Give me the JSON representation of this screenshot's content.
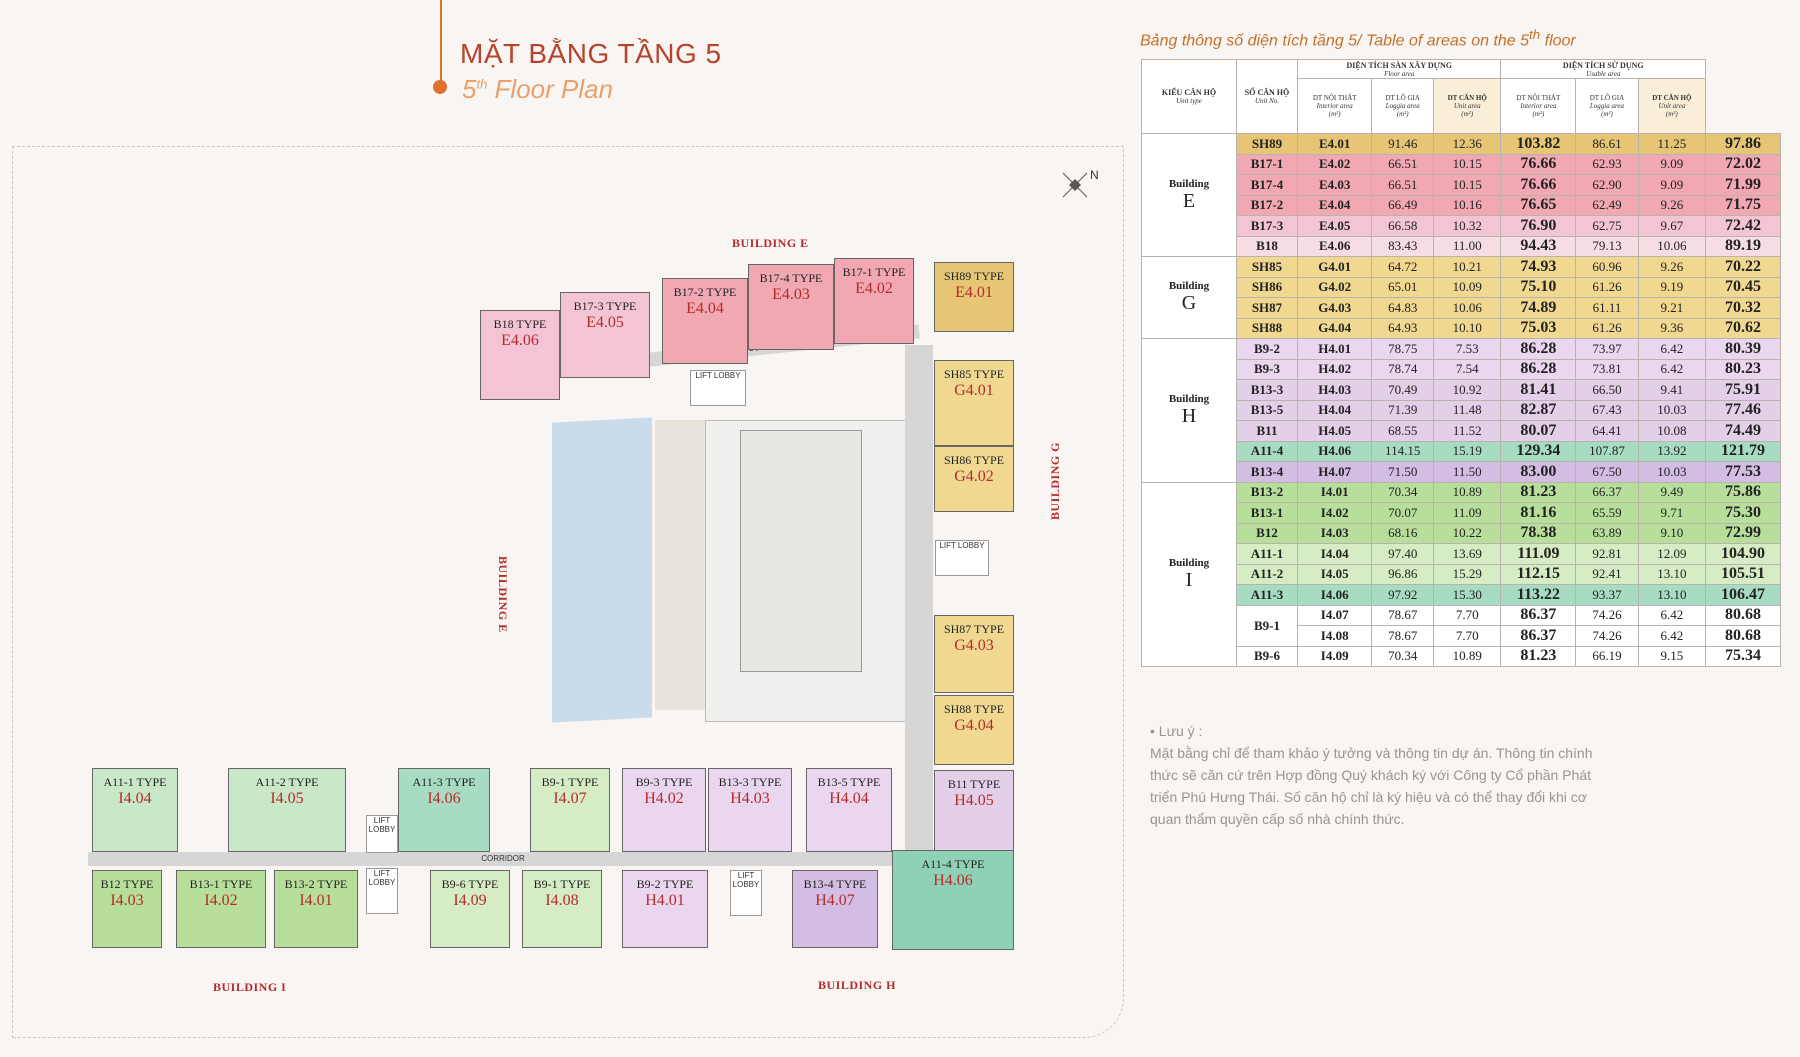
{
  "title": {
    "vi": "MẶT BẰNG TẦNG 5",
    "en_pre": "5",
    "en_sup": "th",
    "en_post": " Floor Plan"
  },
  "compass": {
    "label": "N"
  },
  "plan": {
    "building_labels": {
      "top": "BUILDING E",
      "left": "BUILDING E",
      "right": "BUILDING G",
      "bottom_left": "BUILDING I",
      "bottom_right": "BUILDING H"
    },
    "corridor_label": "CORRIDOR",
    "lift_lobby_label": "LIFT LOBBY",
    "units": [
      {
        "type": "B18 TYPE",
        "no": "E4.06",
        "color": "#f3c5d4"
      },
      {
        "type": "B17-3 TYPE",
        "no": "E4.05",
        "color": "#f3c5d4"
      },
      {
        "type": "B17-2 TYPE",
        "no": "E4.04",
        "color": "#f2a8b3"
      },
      {
        "type": "B17-4 TYPE",
        "no": "E4.03",
        "color": "#f2a8b3"
      },
      {
        "type": "B17-1 TYPE",
        "no": "E4.02",
        "color": "#f2a8b3"
      },
      {
        "type": "SH89 TYPE",
        "no": "E4.01",
        "color": "#e6c675"
      },
      {
        "type": "SH85 TYPE",
        "no": "G4.01",
        "color": "#f0d890"
      },
      {
        "type": "SH86 TYPE",
        "no": "G4.02",
        "color": "#f0d890"
      },
      {
        "type": "SH87 TYPE",
        "no": "G4.03",
        "color": "#f0d890"
      },
      {
        "type": "SH88 TYPE",
        "no": "G4.04",
        "color": "#f0d890"
      },
      {
        "type": "B11 TYPE",
        "no": "H4.05",
        "color": "#e3cfe8"
      },
      {
        "type": "A11-4 TYPE",
        "no": "H4.06",
        "color": "#8fd1b6"
      },
      {
        "type": "A11-1 TYPE",
        "no": "I4.04",
        "color": "#c8e8c8"
      },
      {
        "type": "A11-2 TYPE",
        "no": "I4.05",
        "color": "#c8e8c8"
      },
      {
        "type": "A11-3 TYPE",
        "no": "I4.06",
        "color": "#a7dcc3"
      },
      {
        "type": "B9-1 TYPE",
        "no": "I4.07",
        "color": "#d6ecc5"
      },
      {
        "type": "B9-3 TYPE",
        "no": "H4.02",
        "color": "#ead6ee"
      },
      {
        "type": "B13-3 TYPE",
        "no": "H4.03",
        "color": "#ead6ee"
      },
      {
        "type": "B13-5 TYPE",
        "no": "H4.04",
        "color": "#ead6ee"
      },
      {
        "type": "B12 TYPE",
        "no": "I4.03",
        "color": "#b8de9c"
      },
      {
        "type": "B13-1 TYPE",
        "no": "I4.02",
        "color": "#b8de9c"
      },
      {
        "type": "B13-2 TYPE",
        "no": "I4.01",
        "color": "#b8de9c"
      },
      {
        "type": "B9-6 TYPE",
        "no": "I4.09",
        "color": "#d6ecc5"
      },
      {
        "type": "B9-1 TYPE",
        "no": "I4.08",
        "color": "#d6ecc5"
      },
      {
        "type": "B9-2 TYPE",
        "no": "H4.01",
        "color": "#ead6ee"
      },
      {
        "type": "B13-4 TYPE",
        "no": "H4.07",
        "color": "#d3bde3"
      }
    ]
  },
  "table": {
    "title_vi": "Bảng thông số diện tích tầng 5/ ",
    "title_en": "Table of areas on the 5",
    "title_sup": "th",
    "title_en2": " floor",
    "headers": {
      "unit_type": "KIỂU CĂN HỘ",
      "unit_type_en": "Unit type",
      "unit_no": "SỐ CĂN HỘ",
      "unit_no_en": "Unit No.",
      "floor_area": "DIỆN TÍCH SÀN XÂY DỰNG",
      "floor_area_en": "Floor area",
      "usable_area": "DIỆN TÍCH SỬ DỤNG",
      "usable_area_en": "Usable area",
      "interior": "DT NỘI THẤT",
      "interior_en": "Interior area",
      "m2": "(m²)",
      "loggia": "DT LÔ GIA",
      "loggia_en": "Loggia area",
      "unit_area": "DT CĂN HỘ",
      "unit_area_en": "Unit area"
    },
    "building_word": "Building",
    "rows": [
      {
        "bld": "E",
        "type": "SH89",
        "no": "E4.01",
        "fi": "91.46",
        "fl": "12.36",
        "fu": "103.82",
        "ui": "86.61",
        "ul": "11.25",
        "uu": "97.86",
        "color": "#e6c675"
      },
      {
        "bld": "",
        "type": "B17-1",
        "no": "E4.02",
        "fi": "66.51",
        "fl": "10.15",
        "fu": "76.66",
        "ui": "62.93",
        "ul": "9.09",
        "uu": "72.02",
        "color": "#f2a8b3"
      },
      {
        "bld": "",
        "type": "B17-4",
        "no": "E4.03",
        "fi": "66.51",
        "fl": "10.15",
        "fu": "76.66",
        "ui": "62.90",
        "ul": "9.09",
        "uu": "71.99",
        "color": "#f2a8b3"
      },
      {
        "bld": "",
        "type": "B17-2",
        "no": "E4.04",
        "fi": "66.49",
        "fl": "10.16",
        "fu": "76.65",
        "ui": "62.49",
        "ul": "9.26",
        "uu": "71.75",
        "color": "#f2a8b3"
      },
      {
        "bld": "",
        "type": "B17-3",
        "no": "E4.05",
        "fi": "66.58",
        "fl": "10.32",
        "fu": "76.90",
        "ui": "62.75",
        "ul": "9.67",
        "uu": "72.42",
        "color": "#f3c5d4"
      },
      {
        "bld": "",
        "type": "B18",
        "no": "E4.06",
        "fi": "83.43",
        "fl": "11.00",
        "fu": "94.43",
        "ui": "79.13",
        "ul": "10.06",
        "uu": "89.19",
        "color": "#f6dde4"
      },
      {
        "bld": "G",
        "type": "SH85",
        "no": "G4.01",
        "fi": "64.72",
        "fl": "10.21",
        "fu": "74.93",
        "ui": "60.96",
        "ul": "9.26",
        "uu": "70.22",
        "color": "#f0d890"
      },
      {
        "bld": "",
        "type": "SH86",
        "no": "G4.02",
        "fi": "65.01",
        "fl": "10.09",
        "fu": "75.10",
        "ui": "61.26",
        "ul": "9.19",
        "uu": "70.45",
        "color": "#f0d890"
      },
      {
        "bld": "",
        "type": "SH87",
        "no": "G4.03",
        "fi": "64.83",
        "fl": "10.06",
        "fu": "74.89",
        "ui": "61.11",
        "ul": "9.21",
        "uu": "70.32",
        "color": "#f0d890"
      },
      {
        "bld": "",
        "type": "SH88",
        "no": "G4.04",
        "fi": "64.93",
        "fl": "10.10",
        "fu": "75.03",
        "ui": "61.26",
        "ul": "9.36",
        "uu": "70.62",
        "color": "#f0d890"
      },
      {
        "bld": "H",
        "type": "B9-2",
        "no": "H4.01",
        "fi": "78.75",
        "fl": "7.53",
        "fu": "86.28",
        "ui": "73.97",
        "ul": "6.42",
        "uu": "80.39",
        "color": "#ead6ee"
      },
      {
        "bld": "",
        "type": "B9-3",
        "no": "H4.02",
        "fi": "78.74",
        "fl": "7.54",
        "fu": "86.28",
        "ui": "73.81",
        "ul": "6.42",
        "uu": "80.23",
        "color": "#ead6ee"
      },
      {
        "bld": "",
        "type": "B13-3",
        "no": "H4.03",
        "fi": "70.49",
        "fl": "10.92",
        "fu": "81.41",
        "ui": "66.50",
        "ul": "9.41",
        "uu": "75.91",
        "color": "#e3cfe8"
      },
      {
        "bld": "",
        "type": "B13-5",
        "no": "H4.04",
        "fi": "71.39",
        "fl": "11.48",
        "fu": "82.87",
        "ui": "67.43",
        "ul": "10.03",
        "uu": "77.46",
        "color": "#e3cfe8"
      },
      {
        "bld": "",
        "type": "B11",
        "no": "H4.05",
        "fi": "68.55",
        "fl": "11.52",
        "fu": "80.07",
        "ui": "64.41",
        "ul": "10.08",
        "uu": "74.49",
        "color": "#e3cfe8"
      },
      {
        "bld": "",
        "type": "A11-4",
        "no": "H4.06",
        "fi": "114.15",
        "fl": "15.19",
        "fu": "129.34",
        "ui": "107.87",
        "ul": "13.92",
        "uu": "121.79",
        "color": "#a7dcc3"
      },
      {
        "bld": "",
        "type": "B13-4",
        "no": "H4.07",
        "fi": "71.50",
        "fl": "11.50",
        "fu": "83.00",
        "ui": "67.50",
        "ul": "10.03",
        "uu": "77.53",
        "color": "#d3bde3"
      },
      {
        "bld": "I",
        "type": "B13-2",
        "no": "I4.01",
        "fi": "70.34",
        "fl": "10.89",
        "fu": "81.23",
        "ui": "66.37",
        "ul": "9.49",
        "uu": "75.86",
        "color": "#b8de9c"
      },
      {
        "bld": "",
        "type": "B13-1",
        "no": "I4.02",
        "fi": "70.07",
        "fl": "11.09",
        "fu": "81.16",
        "ui": "65.59",
        "ul": "9.71",
        "uu": "75.30",
        "color": "#b8de9c"
      },
      {
        "bld": "",
        "type": "B12",
        "no": "I4.03",
        "fi": "68.16",
        "fl": "10.22",
        "fu": "78.38",
        "ui": "63.89",
        "ul": "9.10",
        "uu": "72.99",
        "color": "#b8de9c"
      },
      {
        "bld": "",
        "type": "A11-1",
        "no": "I4.04",
        "fi": "97.40",
        "fl": "13.69",
        "fu": "111.09",
        "ui": "92.81",
        "ul": "12.09",
        "uu": "104.90",
        "color": "#d6ecc5"
      },
      {
        "bld": "",
        "type": "A11-2",
        "no": "I4.05",
        "fi": "96.86",
        "fl": "15.29",
        "fu": "112.15",
        "ui": "92.41",
        "ul": "13.10",
        "uu": "105.51",
        "color": "#d6ecc5"
      },
      {
        "bld": "",
        "type": "A11-3",
        "no": "I4.06",
        "fi": "97.92",
        "fl": "15.30",
        "fu": "113.22",
        "ui": "93.37",
        "ul": "13.10",
        "uu": "106.47",
        "color": "#a7dcc3"
      },
      {
        "bld": "",
        "type": "B9-1",
        "no": "I4.07",
        "fi": "78.67",
        "fl": "7.70",
        "fu": "86.37",
        "ui": "74.26",
        "ul": "6.42",
        "uu": "80.68",
        "color": "#ffffff"
      },
      {
        "bld": "",
        "type": "",
        "no": "I4.08",
        "fi": "78.67",
        "fl": "7.70",
        "fu": "86.37",
        "ui": "74.26",
        "ul": "6.42",
        "uu": "80.68",
        "color": "#ffffff"
      },
      {
        "bld": "",
        "type": "B9-6",
        "no": "I4.09",
        "fi": "70.34",
        "fl": "10.89",
        "fu": "81.23",
        "ui": "66.19",
        "ul": "9.15",
        "uu": "75.34",
        "color": "#ffffff"
      }
    ]
  },
  "note": {
    "heading": "• Lưu ý :",
    "body": "Mặt bằng chỉ để tham khảo ý tưởng và thông tin dự án. Thông tin chính thức sẽ căn cứ trên Hợp đồng Quý khách ký với Công ty Cổ phần Phát triển Phú Hưng Thái. Số căn hộ chỉ là ký hiệu và có thể thay đổi khi cơ quan thẩm quyền cấp số nhà chính thức."
  }
}
